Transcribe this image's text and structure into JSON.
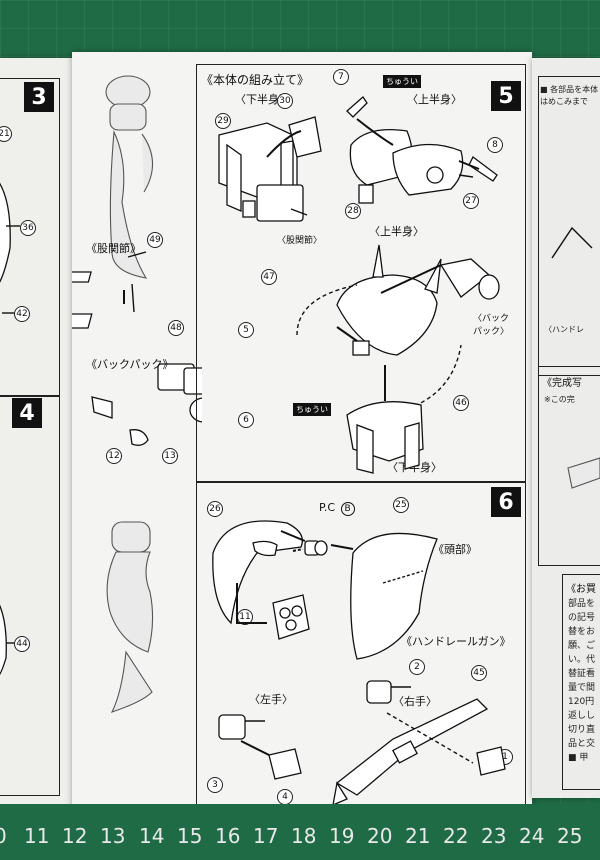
{
  "left_page": {
    "steps": [
      "3",
      "4"
    ],
    "part_numbers": [
      "21",
      "36",
      "42",
      "44"
    ]
  },
  "main_page": {
    "left_column": {
      "labels": {
        "crotch": "《股関節》",
        "backpack": "《バックパック》"
      },
      "part_numbers": [
        "49",
        "48",
        "5",
        "6",
        "12",
        "13"
      ]
    },
    "step5": {
      "number": "5",
      "title": "《本体の組み立て》",
      "labels": {
        "lower_body_top": "〈下半身〉",
        "upper_body_top": "〈上半身〉",
        "crotch_sub": "〈股関節〉",
        "upper_body_mid": "〈上半身〉",
        "backpack_side": "〈バック パック〉",
        "lower_body_bottom": "〈下半身〉",
        "tag_a": "ちゅうい",
        "tag_b": "ちゅうい"
      },
      "part_numbers": [
        "7",
        "29",
        "30",
        "8",
        "28",
        "27",
        "47",
        "46"
      ]
    },
    "step6": {
      "number": "6",
      "labels": {
        "pc": "P.C",
        "pc_letter": "B",
        "head": "《頭部》",
        "rail_gun": "《ハンドレールガン》",
        "left_hand": "〈左手〉",
        "right_hand": "〈右手〉"
      },
      "part_numbers": [
        "26",
        "25",
        "11",
        "2",
        "45",
        "3",
        "4",
        "1"
      ]
    }
  },
  "right_page": {
    "lines": [
      "■ 各部品を本体",
      "はめこみまで",
      "〈ハンドレ",
      "《完成写",
      "※この完",
      "《お買",
      "部品を",
      "の記号",
      "替をお",
      "願、ご",
      "い。代",
      "替証看",
      "量で間",
      "120円",
      "返しし",
      "切り直",
      "品と交",
      "■ 甲"
    ]
  },
  "ruler": {
    "numbers": [
      "0",
      "11",
      "12",
      "13",
      "14",
      "15",
      "16",
      "17",
      "18",
      "19",
      "20",
      "21",
      "22",
      "23",
      "24",
      "25"
    ]
  }
}
